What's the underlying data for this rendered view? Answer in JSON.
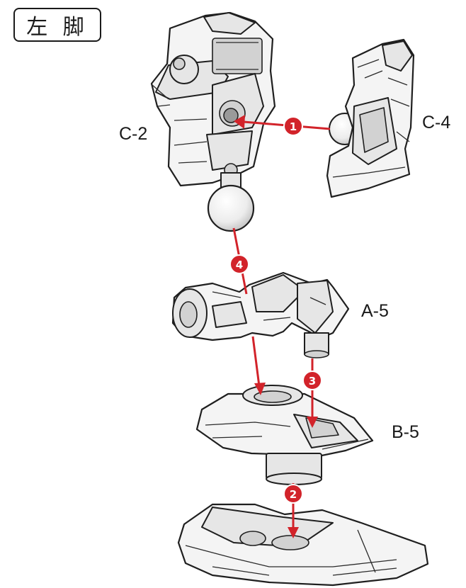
{
  "title": "左 脚",
  "parts": {
    "c2": "C-2",
    "c4": "C-4",
    "a5": "A-5",
    "b5": "B-5"
  },
  "steps": {
    "s1": "1",
    "s2": "2",
    "s3": "3",
    "s4": "4"
  },
  "colors": {
    "arrow": "#d2232a",
    "part_fill": "#f4f4f4",
    "outline": "#1f1f1f"
  }
}
